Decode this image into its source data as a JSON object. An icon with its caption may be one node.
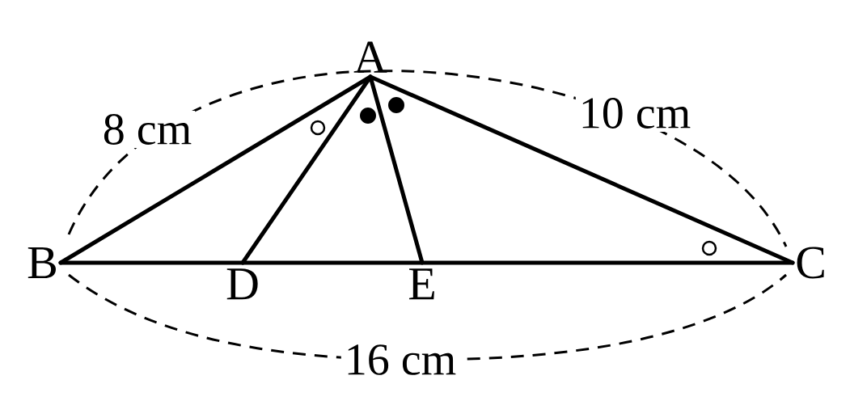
{
  "diagram": {
    "nodes": [
      {
        "text": [
          "A"
        ]
      },
      {
        "text": [
          "B"
        ]
      },
      {
        "text": [
          "C"
        ]
      },
      {
        "text": [
          "D"
        ]
      },
      {
        "text": [
          "E"
        ]
      }
    ],
    "edges": [
      {
        "from": 0,
        "to": 1,
        "arrow": "none"
      },
      {
        "from": 0,
        "to": 2,
        "arrow": "none"
      },
      {
        "from": 1,
        "to": 2,
        "arrow": "none"
      },
      {
        "from": 0,
        "to": 3,
        "arrow": "none"
      },
      {
        "from": 0,
        "to": 4,
        "arrow": "none"
      }
    ],
    "labels": [
      "8 cm",
      "10 cm",
      "16 cm"
    ]
  }
}
